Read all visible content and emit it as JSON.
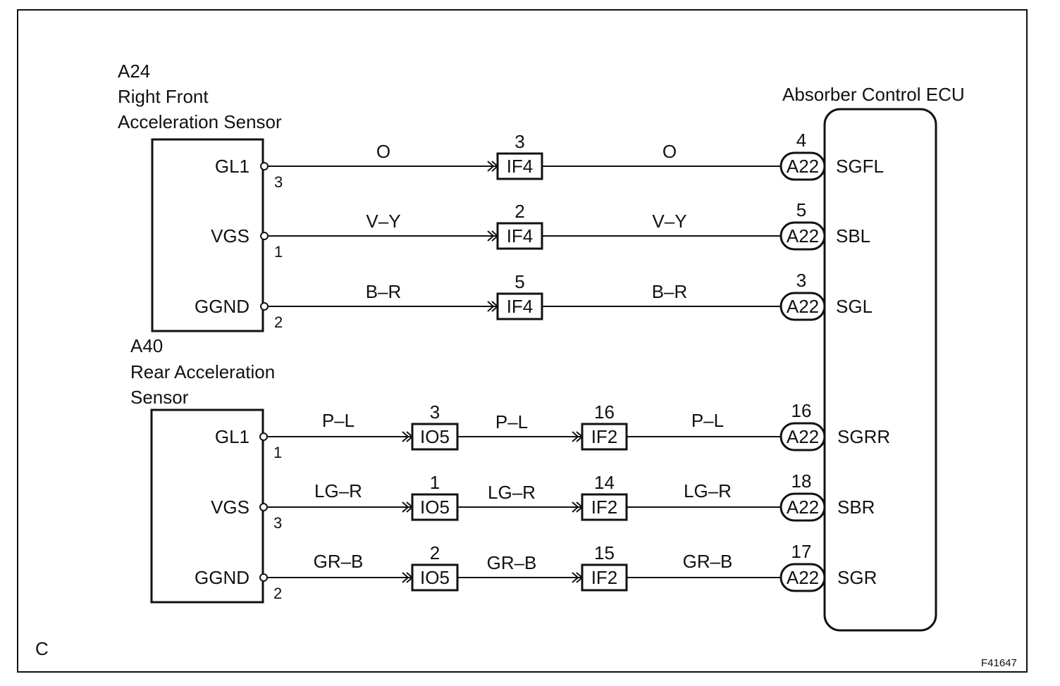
{
  "sensors": {
    "front": {
      "code": "A24",
      "name_line1": "Right Front",
      "name_line2": "Acceleration Sensor",
      "pins": [
        {
          "name": "GL1",
          "num": "3"
        },
        {
          "name": "VGS",
          "num": "1"
        },
        {
          "name": "GGND",
          "num": "2"
        }
      ]
    },
    "rear": {
      "code": "A40",
      "name_line1": "Rear Acceleration",
      "name_line2": "Sensor",
      "pins": [
        {
          "name": "GL1",
          "num": "1"
        },
        {
          "name": "VGS",
          "num": "3"
        },
        {
          "name": "GGND",
          "num": "2"
        }
      ]
    }
  },
  "ecu": {
    "title": "Absorber Control ECU",
    "connector": "A22",
    "terminals": [
      {
        "pin": "4",
        "name": "SGFL"
      },
      {
        "pin": "5",
        "name": "SBL"
      },
      {
        "pin": "3",
        "name": "SGL"
      },
      {
        "pin": "16",
        "name": "SGRR"
      },
      {
        "pin": "18",
        "name": "SBR"
      },
      {
        "pin": "17",
        "name": "SGR"
      }
    ]
  },
  "front_wires": [
    {
      "color_a": "O",
      "conn": "IF4",
      "conn_pin": "3",
      "color_b": "O"
    },
    {
      "color_a": "V–Y",
      "conn": "IF4",
      "conn_pin": "2",
      "color_b": "V–Y"
    },
    {
      "color_a": "B–R",
      "conn": "IF4",
      "conn_pin": "5",
      "color_b": "B–R"
    }
  ],
  "rear_wires": [
    {
      "color_a": "P–L",
      "conn1": "IO5",
      "conn1_pin": "3",
      "color_b": "P–L",
      "conn2": "IF2",
      "conn2_pin": "16",
      "color_c": "P–L"
    },
    {
      "color_a": "LG–R",
      "conn1": "IO5",
      "conn1_pin": "1",
      "color_b": "LG–R",
      "conn2": "IF2",
      "conn2_pin": "14",
      "color_c": "LG–R"
    },
    {
      "color_a": "GR–B",
      "conn1": "IO5",
      "conn1_pin": "2",
      "color_b": "GR–B",
      "conn2": "IF2",
      "conn2_pin": "15",
      "color_c": "GR–B"
    }
  ],
  "corner_letter": "C",
  "figure_id": "F41647"
}
